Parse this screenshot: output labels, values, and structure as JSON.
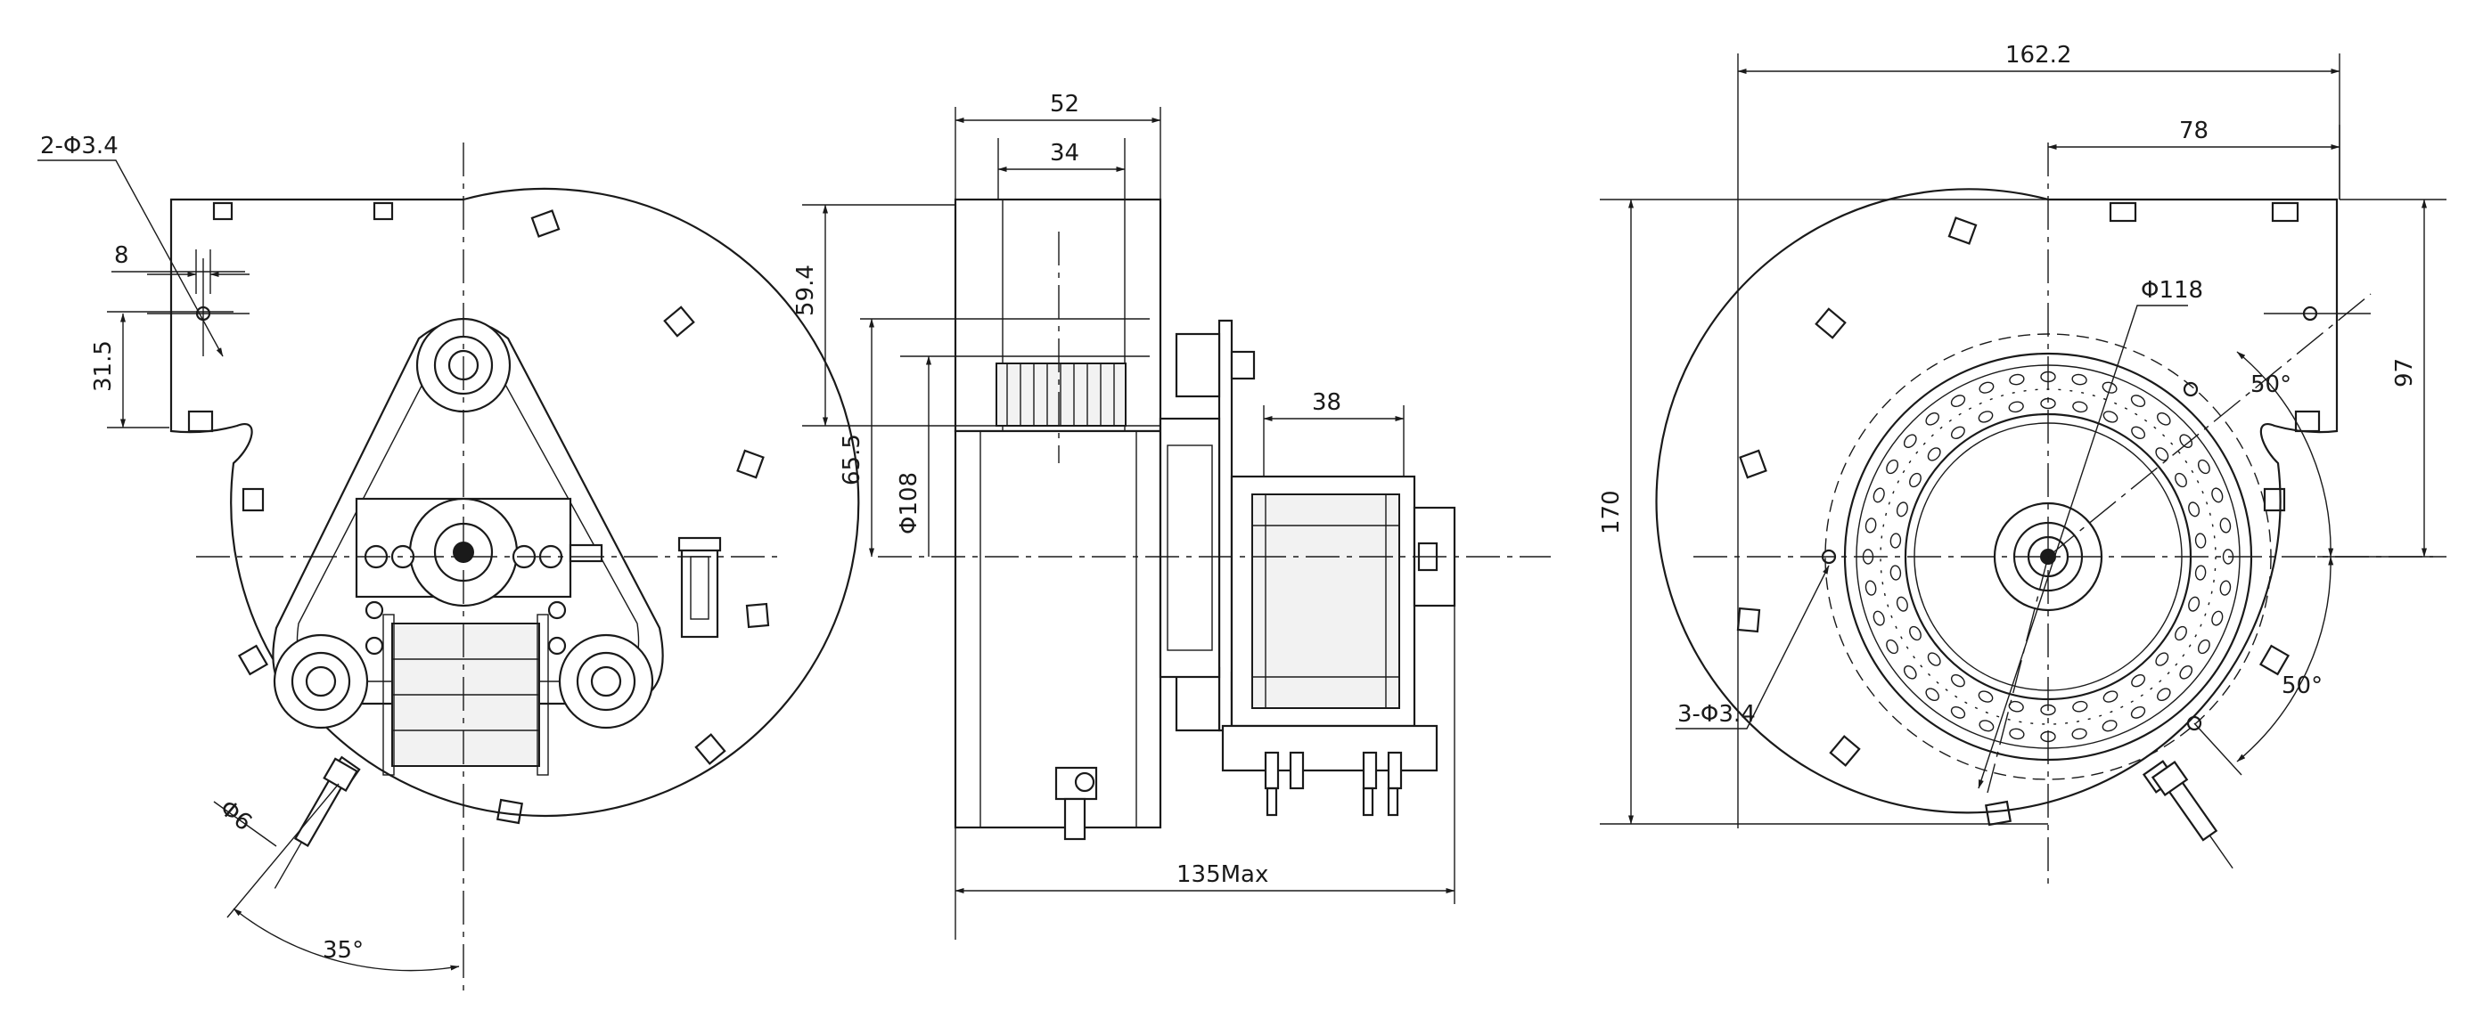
{
  "dimensions": {
    "hole_2x": "2-Φ3.4",
    "offset_8": "8",
    "height_31_5": "31.5",
    "shaft_dia": "Φ6",
    "angle_35": "35°",
    "width_52": "52",
    "width_34": "34",
    "height_59_4": "59.4",
    "height_65_5": "65.5",
    "dia_108": "Φ108",
    "motor_38": "38",
    "length_135": "135Max",
    "width_162_2": "162.2",
    "width_78": "78",
    "dia_118": "Φ118",
    "angle_50_top": "50°",
    "height_97": "97",
    "height_170": "170",
    "hole_3x": "3-Φ3.4",
    "angle_50_bottom": "50°"
  }
}
